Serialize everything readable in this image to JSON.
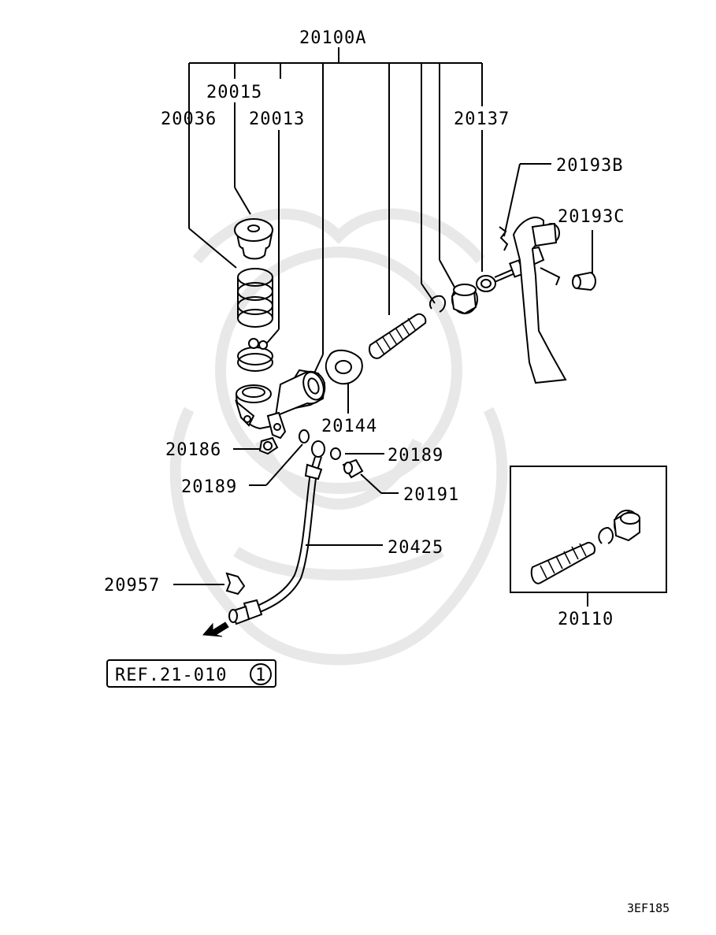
{
  "callouts": {
    "p20100A": "20100A",
    "p20015": "20015",
    "p20036": "20036",
    "p20013": "20013",
    "p20137": "20137",
    "p20193B": "20193B",
    "p20193C": "20193C",
    "p20144": "20144",
    "p20186": "20186",
    "p20189a": "20189",
    "p20189b": "20189",
    "p20191": "20191",
    "p20425": "20425",
    "p20957": "20957",
    "p20110": "20110"
  },
  "reference": {
    "label": "REF.21-010",
    "circled_number": "1"
  },
  "diagram_code": "3EF185"
}
